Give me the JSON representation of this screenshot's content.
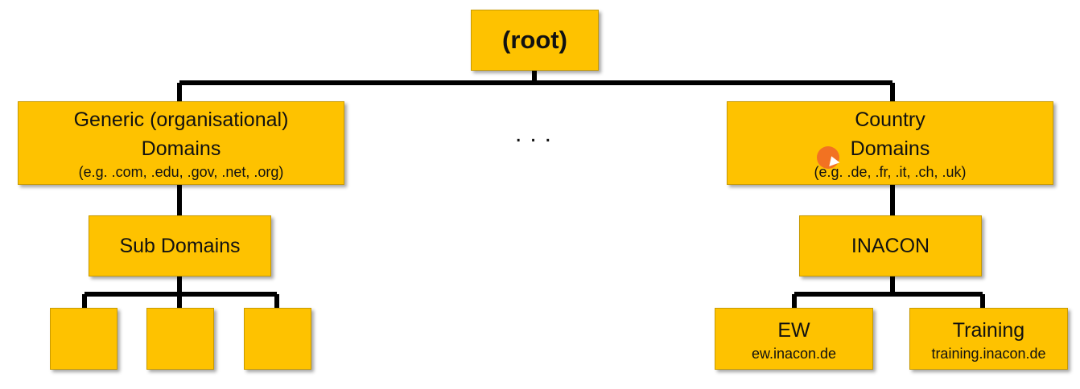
{
  "root": {
    "label": "(root)"
  },
  "generic": {
    "title": "Generic (organisational)",
    "subtitle": "Domains",
    "examples": "(e.g. .com, .edu, .gov, .net, .org)"
  },
  "ellipsis": "...",
  "country": {
    "title": "Country",
    "subtitle": "Domains",
    "examples": "(e.g. .de, .fr, .it, .ch, .uk)"
  },
  "subdomains": {
    "label": "Sub Domains",
    "children_count": 3
  },
  "inacon": {
    "label": "INACON"
  },
  "ew": {
    "label": "EW",
    "host": "ew.inacon.de"
  },
  "training": {
    "label": "Training",
    "host": "training.inacon.de"
  },
  "colors": {
    "box_fill": "#fec200",
    "line": "#000000",
    "cursor": "#f06428"
  }
}
